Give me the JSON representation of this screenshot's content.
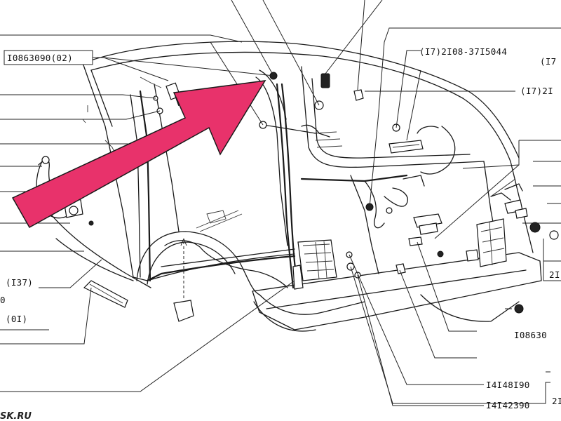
{
  "labels": {
    "l1": "I0863090(02)",
    "l2": "(I7)2I08-37I5044",
    "l3": "(I7",
    "l4": "(I7)2I",
    "l5": "2I",
    "l6": "I08630",
    "l7": "I4I48I90",
    "l8": "I4I42390",
    "l9": "2I",
    "l10": "(I37)",
    "l11": "(0I)",
    "l12": "0"
  },
  "watermark": "SK.RU",
  "arrow_color": "#E8326B"
}
